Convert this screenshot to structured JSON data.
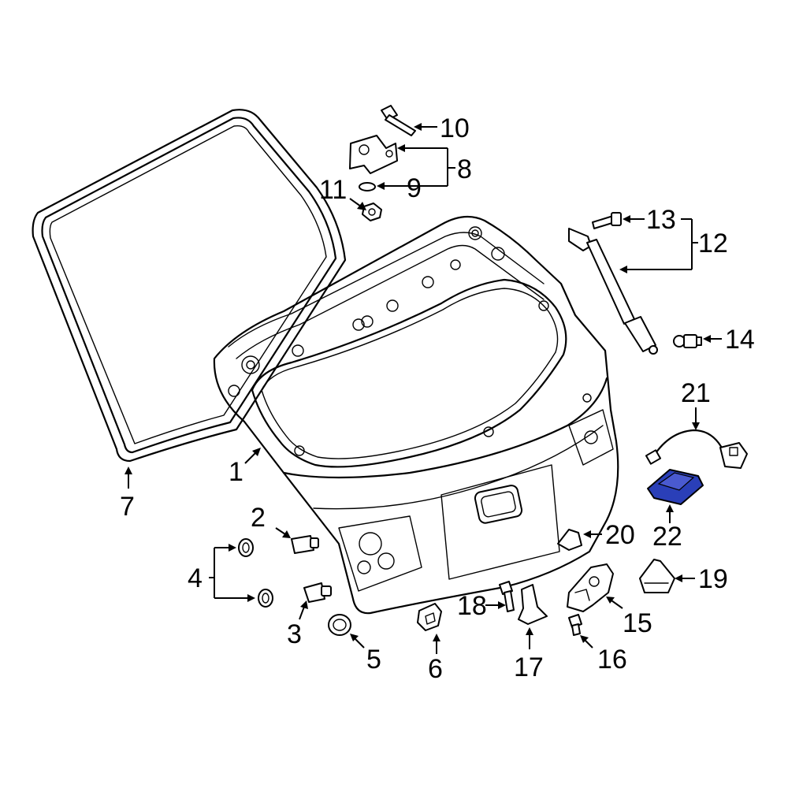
{
  "colors": {
    "line": "#000000",
    "highlight": "#2a3fb8",
    "background": "#ffffff"
  },
  "callouts": {
    "c1": "1",
    "c2": "2",
    "c3": "3",
    "c4": "4",
    "c5": "5",
    "c6": "6",
    "c7": "7",
    "c8": "8",
    "c9": "9",
    "c10": "10",
    "c11": "11",
    "c12": "12",
    "c13": "13",
    "c14": "14",
    "c15": "15",
    "c16": "16",
    "c17": "17",
    "c18": "18",
    "c19": "19",
    "c20": "20",
    "c21": "21",
    "c22": "22"
  }
}
